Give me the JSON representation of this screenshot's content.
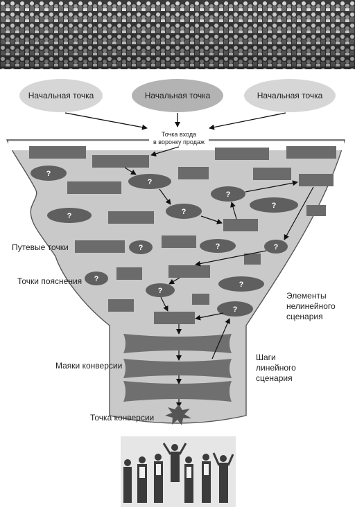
{
  "top_photo": {
    "name": "crowd-photo"
  },
  "entry_points": [
    "Начальная точка",
    "Начальная точка",
    "Начальная точка"
  ],
  "funnel_entry": {
    "line1": "Точка входа",
    "line2": "в воронку продаж"
  },
  "question_mark": "?",
  "labels": {
    "waypoints": "Путевые точки",
    "explanation_points": "Точки пояснения",
    "conversion_beacons": "Маяки конверсии",
    "conversion_point": "Точка конверсии",
    "nonlinear_elements": [
      "Элементы",
      "нелинейного",
      "сценария"
    ],
    "linear_steps": [
      "Шаги",
      "линейного",
      "сценария"
    ]
  },
  "bottom_photo": {
    "name": "group-celebrating-photo"
  },
  "colors": {
    "funnel_fill": "#c9c9c9",
    "funnel_stroke": "#555555",
    "ellipse_light": "#d6d6d6",
    "ellipse_mid": "#b3b3b3",
    "block": "#6b6b6b",
    "question_ellipse": "#5f5f5f"
  }
}
